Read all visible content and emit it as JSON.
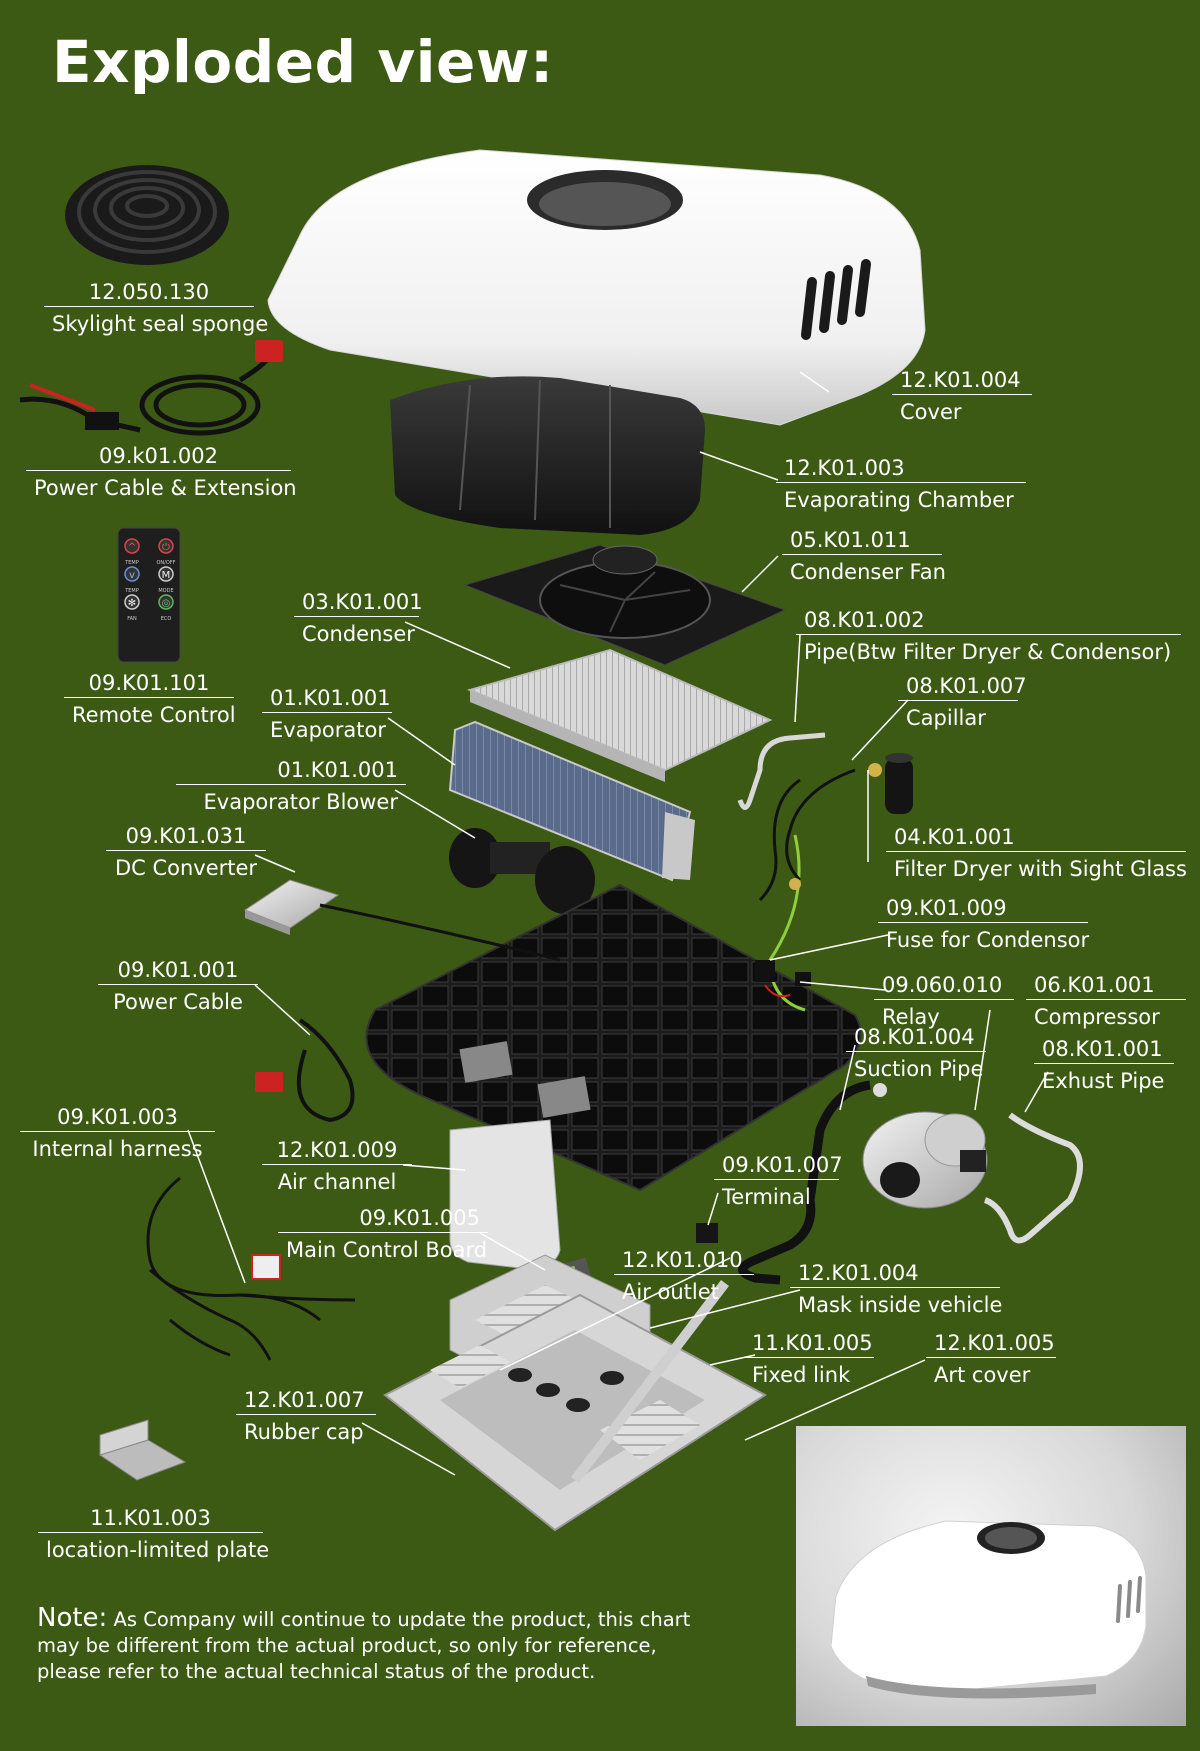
{
  "title": "Exploded view:",
  "parts": [
    {
      "code": "12.050.130",
      "name": "Skylight seal sponge"
    },
    {
      "code": "09.k01.002",
      "name": "Power Cable & Extension"
    },
    {
      "code": "09.K01.101",
      "name": "Remote Control"
    },
    {
      "code": "12.K01.004",
      "name": "Cover"
    },
    {
      "code": "12.K01.003",
      "name": "Evaporating Chamber"
    },
    {
      "code": "05.K01.011",
      "name": "Condenser Fan"
    },
    {
      "code": "03.K01.001",
      "name": "Condenser"
    },
    {
      "code": "08.K01.002",
      "name": "Pipe(Btw Filter Dryer & Condensor)"
    },
    {
      "code": "01.K01.001",
      "name": "Evaporator"
    },
    {
      "code": "08.K01.007",
      "name": "Capillar"
    },
    {
      "code": "01.K01.001",
      "name": "Evaporator Blower"
    },
    {
      "code": "09.K01.031",
      "name": "DC Converter"
    },
    {
      "code": "04.K01.001",
      "name": "Filter Dryer with Sight Glass"
    },
    {
      "code": "09.K01.009",
      "name": "Fuse for Condensor"
    },
    {
      "code": "09.K01.001",
      "name": "Power Cable"
    },
    {
      "code": "09.060.010",
      "name": "Relay"
    },
    {
      "code": "06.K01.001",
      "name": "Compressor"
    },
    {
      "code": "08.K01.004",
      "name": "Suction Pipe"
    },
    {
      "code": "08.K01.001",
      "name": "Exhust Pipe"
    },
    {
      "code": "09.K01.003",
      "name": "Internal harness"
    },
    {
      "code": "12.K01.009",
      "name": "Air channel"
    },
    {
      "code": "09.K01.007",
      "name": "Terminal"
    },
    {
      "code": "09.K01.005",
      "name": "Main Control Board"
    },
    {
      "code": "12.K01.010",
      "name": "Air outlet"
    },
    {
      "code": "12.K01.004",
      "name": "Mask inside vehicle"
    },
    {
      "code": "11.K01.005",
      "name": "Fixed link"
    },
    {
      "code": "12.K01.005",
      "name": "Art cover"
    },
    {
      "code": "12.K01.007",
      "name": "Rubber cap"
    },
    {
      "code": "11.K01.003",
      "name": "location-limited plate"
    }
  ],
  "remote": {
    "buttons": [
      "TEMP",
      "ON/OFF",
      "TEMP",
      "MODE",
      "FAN",
      "ECO"
    ],
    "symbols": [
      "^",
      "⏻",
      "v",
      "M",
      "✻",
      "◎"
    ]
  },
  "note": {
    "head": "Note:",
    "text": " As Company will continue to update the product, this chart may be different from the actual product, so only for reference, please refer to the actual technical status of the product."
  },
  "colors": {
    "background": "#3c5a14",
    "text": "#ffffff",
    "parts_dark": "#1e1e1e",
    "parts_light": "#e8e8e8",
    "cable_green": "#8fcf3c",
    "connector_red": "#cc2222"
  }
}
